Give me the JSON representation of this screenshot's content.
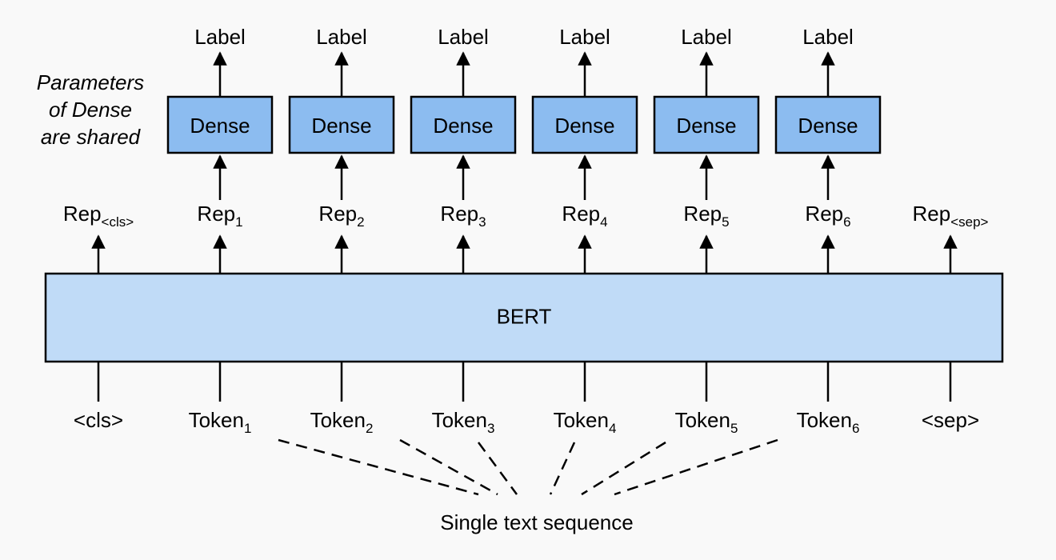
{
  "note": [
    "Parameters",
    "of Dense",
    "are shared"
  ],
  "labels": [
    "Label",
    "Label",
    "Label",
    "Label",
    "Label",
    "Label"
  ],
  "dense": [
    "Dense",
    "Dense",
    "Dense",
    "Dense",
    "Dense",
    "Dense"
  ],
  "reps": [
    {
      "base": "Rep",
      "sub": "<cls>"
    },
    {
      "base": "Rep",
      "sub": "1"
    },
    {
      "base": "Rep",
      "sub": "2"
    },
    {
      "base": "Rep",
      "sub": "3"
    },
    {
      "base": "Rep",
      "sub": "4"
    },
    {
      "base": "Rep",
      "sub": "5"
    },
    {
      "base": "Rep",
      "sub": "6"
    },
    {
      "base": "Rep",
      "sub": "<sep>"
    }
  ],
  "bert": "BERT",
  "tokens": [
    {
      "base": "<cls>",
      "sub": ""
    },
    {
      "base": "Token",
      "sub": "1"
    },
    {
      "base": "Token",
      "sub": "2"
    },
    {
      "base": "Token",
      "sub": "3"
    },
    {
      "base": "Token",
      "sub": "4"
    },
    {
      "base": "Token",
      "sub": "5"
    },
    {
      "base": "Token",
      "sub": "6"
    },
    {
      "base": "<sep>",
      "sub": ""
    }
  ],
  "sequence": "Single text sequence",
  "colors": {
    "dense_fill": "#8cbcf0",
    "bert_fill": "#c0dbf7",
    "stroke": "#000000",
    "background": "#f9f9f9"
  }
}
